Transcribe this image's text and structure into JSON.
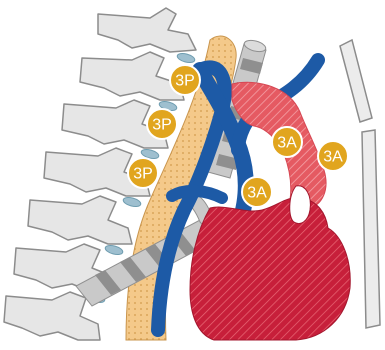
{
  "colors": {
    "bone": "#e6e6e6",
    "bone_stroke": "#8c8c8c",
    "disc": "#9ebfcf",
    "fat": "#f4c98a",
    "vein": "#1d5aa6",
    "artery_stripe": "#e55a62",
    "heart": "#c71f3a",
    "airway_light": "#c9c9c9",
    "airway_dark": "#8f8f8f",
    "badge": "#e1a51e",
    "badge_stroke": "#ffffff"
  },
  "labels": [
    {
      "text": "3P"
    },
    {
      "text": "3P"
    },
    {
      "text": "3P"
    },
    {
      "text": "3A"
    },
    {
      "text": "3A"
    },
    {
      "text": "3A"
    }
  ]
}
